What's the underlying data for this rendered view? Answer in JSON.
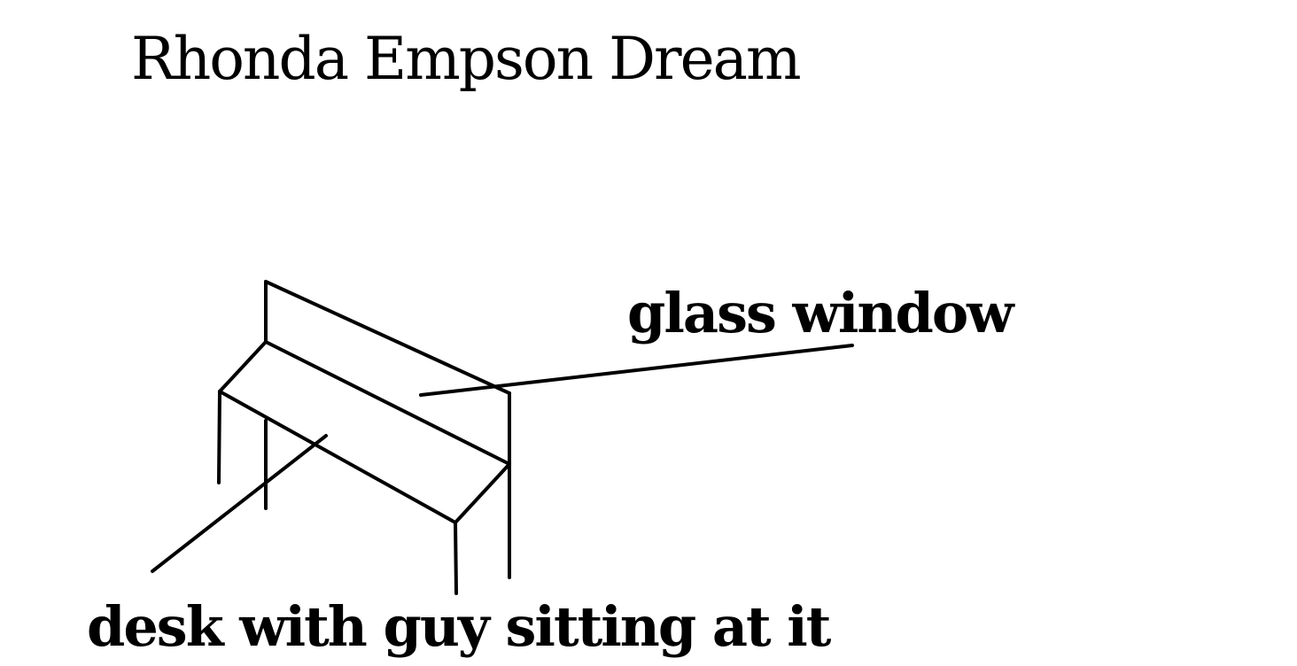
{
  "title": "Rhonda Empson Dream",
  "labels": {
    "glass_window": "glass window",
    "desk": "desk with guy sitting at it"
  },
  "colors": {
    "background": "#ffffff",
    "ink": "#000000"
  }
}
